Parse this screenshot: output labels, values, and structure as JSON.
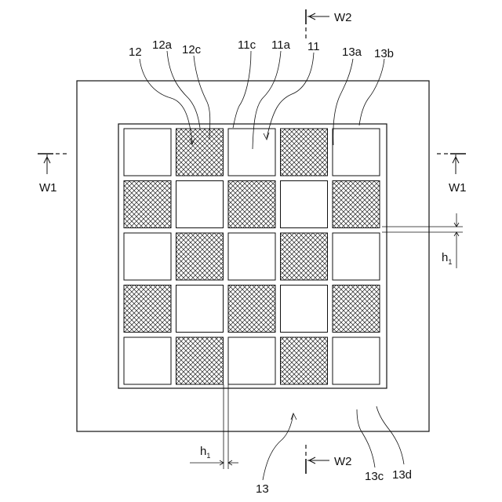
{
  "labels": {
    "n12": "12",
    "n12a": "12a",
    "n12c": "12c",
    "n11c": "11c",
    "n11a": "11a",
    "n11": "11",
    "n13a": "13a",
    "n13b": "13b",
    "n13": "13",
    "n13c": "13c",
    "n13d": "13d",
    "w1": "W1",
    "w2": "W2",
    "h": "h",
    "h_sub": "1"
  },
  "grid": {
    "rows": 5,
    "cols": 5,
    "pattern": "checkerboard-hatched-odd"
  },
  "colors": {
    "line": "#111111",
    "hatch": "#222222",
    "background": "#ffffff"
  }
}
